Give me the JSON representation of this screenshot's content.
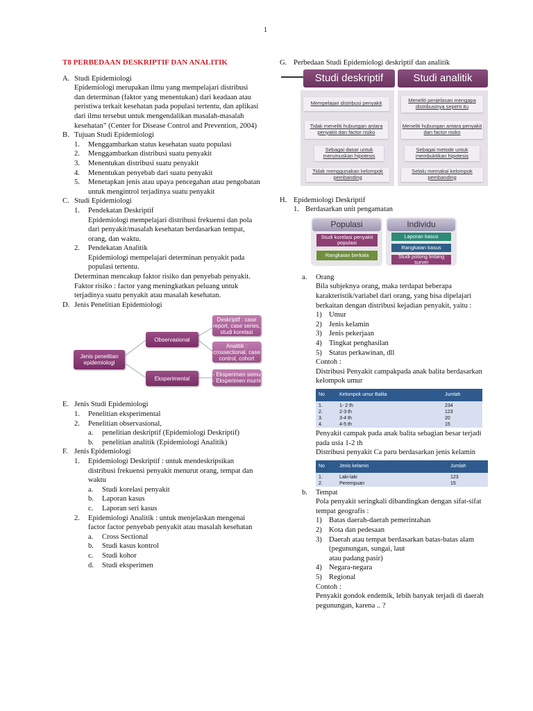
{
  "page_number": "1",
  "title": "T8 PERBEDAAN DESKRIPTIF DAN ANALITIK",
  "left": {
    "A": {
      "label": "A.",
      "head": "Studi Epidemiologi",
      "body": "Epidemiologi merupakan ilmu yang mempelajari distribusi dan determinan (faktor yang menentukan) dari keadaan atau peristiwa terkait kesehatan pada populasi tertentu, dan aplikasi dari ilmu tersebut untuk mengendalikan masalah-masalah kesehatan” (Center for Disease Control and Prevention, 2004)"
    },
    "B": {
      "label": "B.",
      "head": "Tujuan Studi Epidemiologi",
      "items": [
        {
          "n": "1.",
          "t": "Menggambarkan status kesehatan suatu populasi"
        },
        {
          "n": "2.",
          "t": "Menggambarkan distribusi suatu penyakit"
        },
        {
          "n": "3.",
          "t": "Menentukan distribusi suatu penyakit"
        },
        {
          "n": "4.",
          "t": "Menentukan penyebab dari suatu penyakit"
        },
        {
          "n": "5.",
          "t": "Menetapkan jenis atau upaya pencegahan atau pengobatan untuk mengintrol terjadinya suatu penyakit"
        }
      ]
    },
    "C": {
      "label": "C.",
      "head": "Studi Epidemiologi",
      "i1": {
        "n": "1.",
        "t": "Pendekatan Deskriptif",
        "d": "Epidemiologi mempelajari distribusi frekuensi dan pola dari penyakit/masalah kesehatan berdasarkan tempat, orang, dan waktu."
      },
      "i2": {
        "n": "2.",
        "t": "Pendekatan Analitik",
        "d": "Epidemiologi mempelajari determinan penyakit pada populasi tertentu."
      },
      "p1": "Determinan mencakup faktor risiko dan penyebab penyakit.",
      "p2": "Faktor risiko : factor yang meningkatkan peluang untuk terjadinya suatu penyakit atau masalah kesehatan."
    },
    "D": {
      "label": "D.",
      "head": "Jenis Penelitian Epidemiologi",
      "tree": {
        "root": "Jenis penelitian epidemiologi",
        "obs": "Observasional",
        "eks": "Eksperimental",
        "desk": "Deskriptif : case report, case series, studi korelasi",
        "anal": "Analitik : crossectional, case control, cohort",
        "ekl": "- Eksperimen semu\n- Eksperimen murni"
      }
    },
    "E": {
      "label": "E.",
      "head": "Jenis Studi Epidemiologi",
      "i1": {
        "n": "1.",
        "t": "Penelitian eksperimental"
      },
      "i2": {
        "n": "2.",
        "t": "Penelitian observasional,"
      },
      "a": {
        "n": "a.",
        "t": "penelitian deskriptif (Epidemiologi Deskriptif)"
      },
      "b": {
        "n": "b.",
        "t": "penelitian analitik (Epidemiologi Analitik)"
      }
    },
    "F": {
      "label": "F.",
      "head": "Jenis Epidemiologi",
      "i1": {
        "n": "1.",
        "t": "Epidemiologi Deskriptif : untuk mendeskripsikan distribusi frekuensi penyakit menurut orang, tempat dan waktu"
      },
      "i1s": [
        {
          "n": "a.",
          "t": "Studi korelasi penyakit"
        },
        {
          "n": "b.",
          "t": "Laporan kasus"
        },
        {
          "n": "c.",
          "t": "Laporan seri kasus"
        }
      ],
      "i2": {
        "n": "2.",
        "t": "Epidemiologi Analitik : untuk menjelaskan mengenai factor factor penyebab penyakit atau masalah kesehatan"
      },
      "i2s": [
        {
          "n": "a.",
          "t": "Cross Sectional"
        },
        {
          "n": "b.",
          "t": "Studi kasus kontrol"
        },
        {
          "n": "c.",
          "t": "Studi kohor"
        },
        {
          "n": "d.",
          "t": "Studi eksperimen"
        }
      ]
    }
  },
  "right": {
    "G": {
      "label": "G.",
      "head": "Perbedaan Studi Epidemiologi deskriptif dan analitik",
      "comp": {
        "h1": "Studi deskriptif",
        "h2": "Studi analitik",
        "left": [
          "Mempelajari distribusi penyakit",
          "Tidak meneliti hubungan antara penyakit dan factor risiko",
          "Sebagai dasar untuk merumuskan hipotesis",
          "Tidak menggunakan kelompok pembanding"
        ],
        "right": [
          "Meneliti penjelasan mengapa distribusinya seperti itu",
          "Meneliti hubungan antara penyakit dan factor risiko",
          "Sebagai metode untuk membuktikan hipotesis",
          "Selalu memakai kelompok pembanding"
        ]
      }
    },
    "H": {
      "label": "H.",
      "head": "Epidemiologi Deskriptif",
      "i1": {
        "n": "1.",
        "t": "Berdasarkan unit pengamatan"
      },
      "unit": {
        "h1": "Populasi",
        "h2": "Individu",
        "l": [
          "Studi korelasi penyakit populasi",
          "Rangkaian berkala"
        ],
        "r": [
          "Laporan kasus",
          "Rangkaian kasus",
          "Studi potong lintang survei"
        ]
      },
      "a": {
        "n": "a.",
        "t": "Orang",
        "body": "Bila subjeknya orang, maka terdapat beberapa karakteristik/variabel dari orang, yang bisa dipelajari berkaitan dengan distribusi kejadian penyakit, yaitu :",
        "list": [
          {
            "n": "1)",
            "t": "Umur"
          },
          {
            "n": "2)",
            "t": "Jenis kelamin"
          },
          {
            "n": "3)",
            "t": "Jenis pekerjaan"
          },
          {
            "n": "4)",
            "t": "Tingkat penghasilan"
          },
          {
            "n": "5)",
            "t": "Status perkawinan, dll"
          }
        ],
        "contoh": "Contoh :",
        "ex1": "Distribusi Penyakit campakpada anak balita berdasarkan kelompok umur",
        "t1": {
          "h": [
            "No",
            "Kelompok umur  Balita",
            "Jumlah"
          ],
          "rows": [
            [
              "1.",
              "1- 2 th",
              "234"
            ],
            [
              "2.",
              "2-3 th",
              "123"
            ],
            [
              "3.",
              "3-4 th",
              "20"
            ],
            [
              "4.",
              "4-5 th",
              "15"
            ]
          ]
        },
        "ex1b": "Penyakit campak pada anak balita sebagian besar terjadi pada usia 1-2 th",
        "ex2": "Distribusi penyakit Ca paru berdasarkan jenis kelamin",
        "t2": {
          "h": [
            "No",
            "Jenis kelamin",
            "Jumlah"
          ],
          "rows": [
            [
              "1.",
              "Laki-laki",
              "123"
            ],
            [
              "2.",
              "Perempuan",
              "15"
            ]
          ]
        }
      },
      "b": {
        "n": "b.",
        "t": "Tempat",
        "body": "Pola penyakit seringkali dibandingkan dengan sifat-sifat tempat geografis :",
        "list": [
          {
            "n": "1)",
            "t": "Batas daerah-daerah pemerintahan"
          },
          {
            "n": "2)",
            "t": "Kota dan pedesaan"
          },
          {
            "n": "3)",
            "t": "Daerah atau tempat berdasarkan batas-batas alam (pegunungan, sungai, laut"
          }
        ],
        "cont": "atau padang pasir)",
        "list2": [
          {
            "n": "4)",
            "t": "Negara-negara"
          },
          {
            "n": "5)",
            "t": "Regional"
          }
        ],
        "contoh": "Contoh :",
        "ex": "Penyakit gondok endemik, lebih banyak terjadi di daerah pegunungan, karena .. ?"
      }
    }
  }
}
